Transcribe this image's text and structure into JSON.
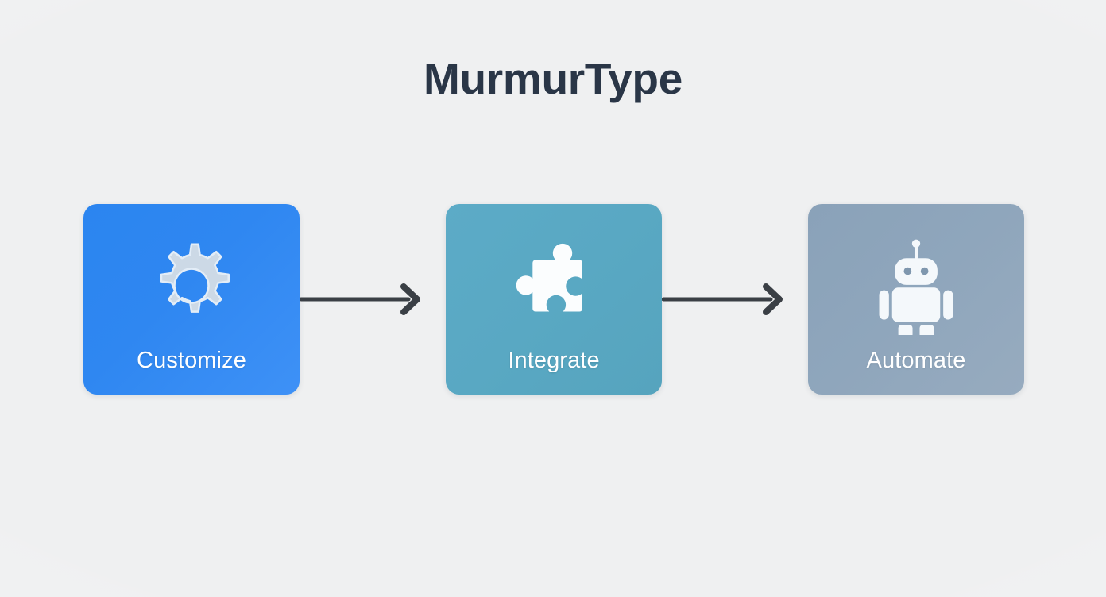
{
  "app": {
    "title": "MurmurType",
    "background_color": "#eff0f1",
    "title_color": "#2a3647"
  },
  "flow": {
    "arrow_color": "#3a3f45",
    "steps": [
      {
        "label": "Customize",
        "icon": "gear-icon",
        "card_color": "#2f87f1",
        "icon_color": "#ccd9e6"
      },
      {
        "label": "Integrate",
        "icon": "puzzle-piece-icon",
        "card_color": "#59a8c3",
        "icon_color": "#fbfdfe"
      },
      {
        "label": "Automate",
        "icon": "robot-icon",
        "card_color": "#8fa6bc",
        "icon_color": "#f4f8fb"
      }
    ],
    "connectors": [
      {
        "name": "arrow-customize-to-integrate"
      },
      {
        "name": "arrow-integrate-to-automate"
      }
    ]
  }
}
